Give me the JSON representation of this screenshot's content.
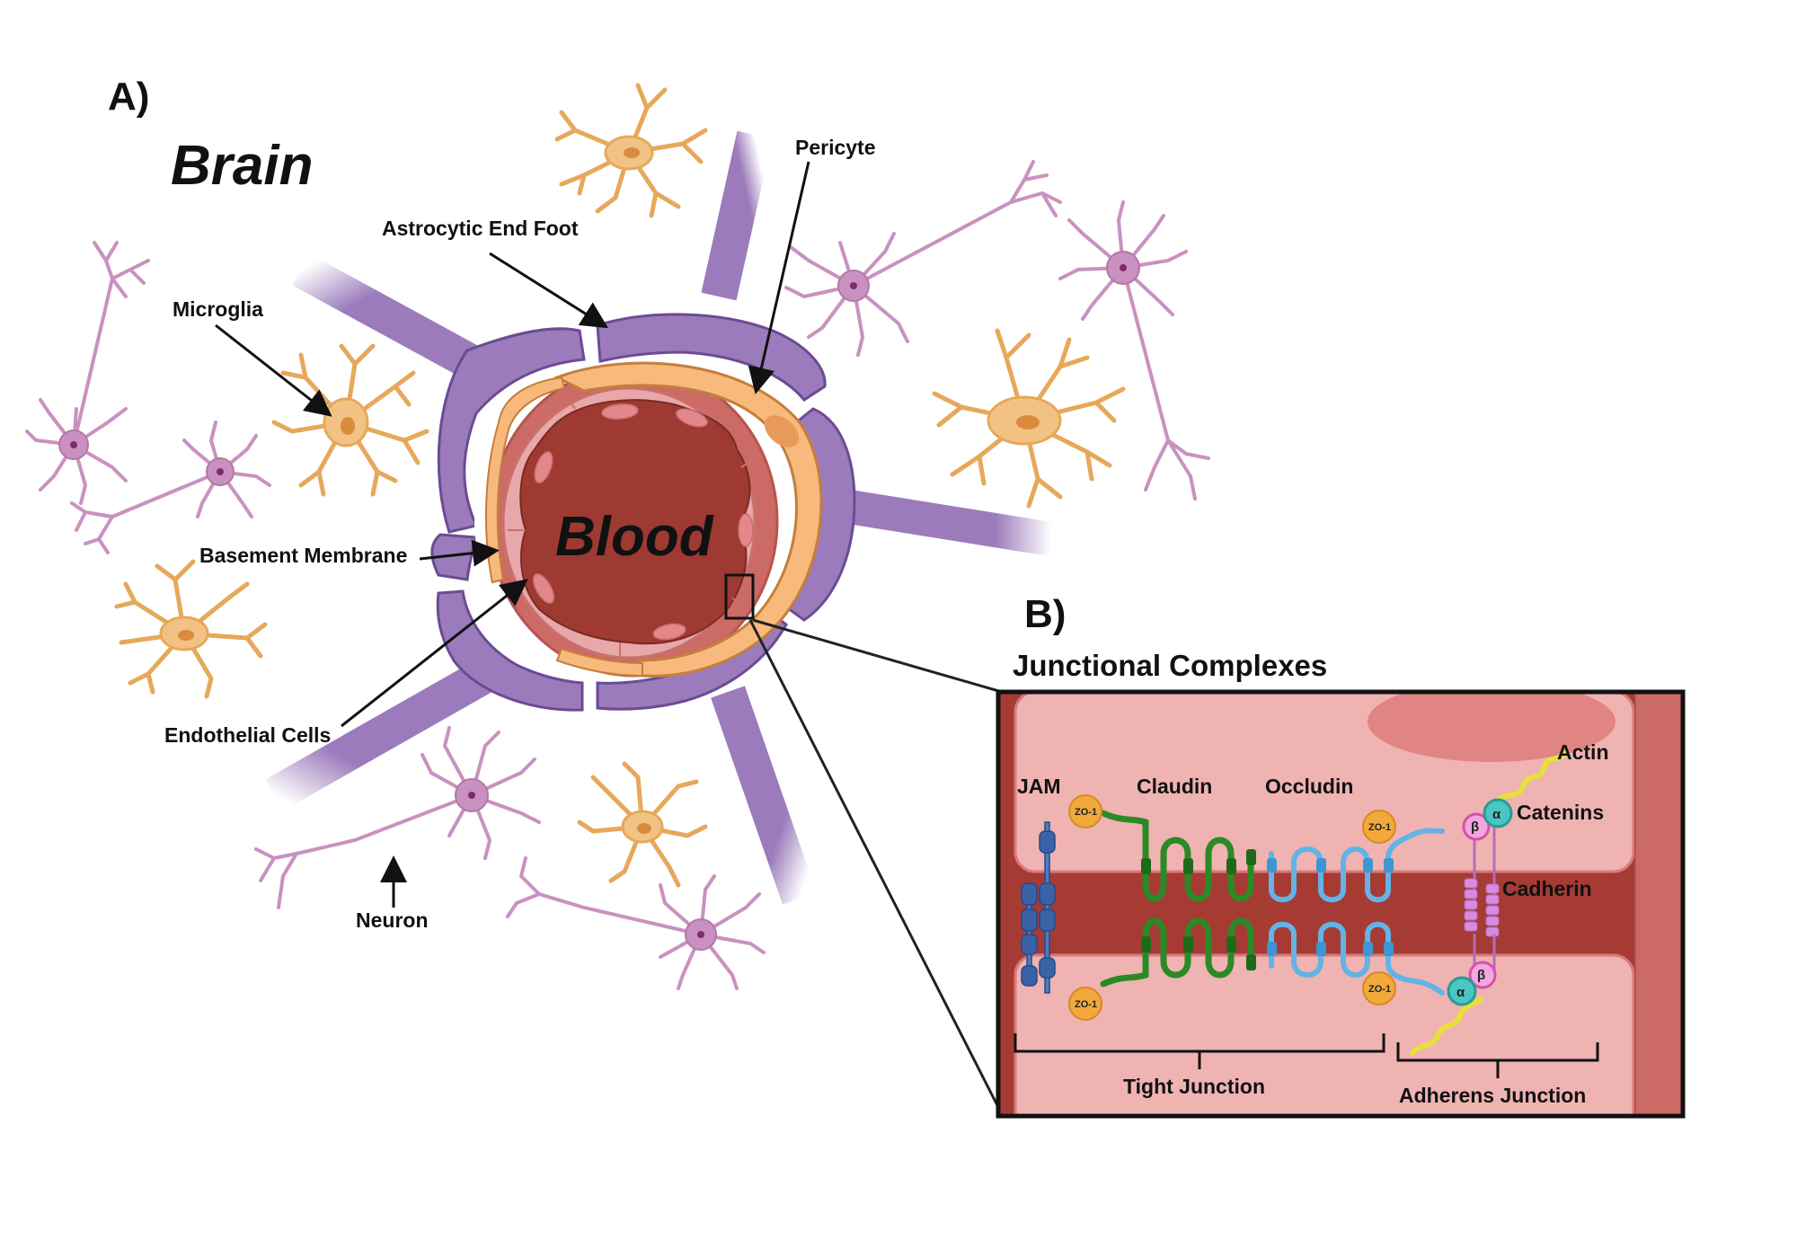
{
  "panels": {
    "a": "A)",
    "b": "B)"
  },
  "brain_label": "Brain",
  "blood_label": "Blood",
  "labels": {
    "pericyte": "Pericyte",
    "astrocytic_end_foot": "Astrocytic End Foot",
    "microglia": "Microglia",
    "basement_membrane": "Basement Membrane",
    "endothelial_cells": "Endothelial Cells",
    "neuron": "Neuron"
  },
  "junction": {
    "title": "Junctional Complexes",
    "jam": "JAM",
    "claudin": "Claudin",
    "occludin": "Occludin",
    "actin": "Actin",
    "catenins": "Catenins",
    "cadherin": "Cadherin",
    "zo1": "ZO-1",
    "alpha": "α",
    "beta": "β",
    "tight_junction": "Tight Junction",
    "adherens_junction": "Adherens Junction"
  },
  "colors": {
    "astrocyte": "#9b7bbb",
    "astrocyte_stroke": "#6a4c93",
    "blood": "#9e3a32",
    "endothelium": "#e8a7a8",
    "basement": "#cc6b66",
    "pericyte": "#f7b97c",
    "microglia": "#f2c285",
    "neuron": "#c991c0",
    "cell_pink": "#efb3b2",
    "gap": "#a63b34",
    "claudin": "#2b8a25",
    "occludin": "#63b3e6",
    "jam": "#3a62a6",
    "zo1": "#f2a93b",
    "actin": "#e8e03a",
    "alpha_cat": "#4bc6c2",
    "beta_cat": "#d94fae",
    "cadherin": "#d98be0"
  }
}
